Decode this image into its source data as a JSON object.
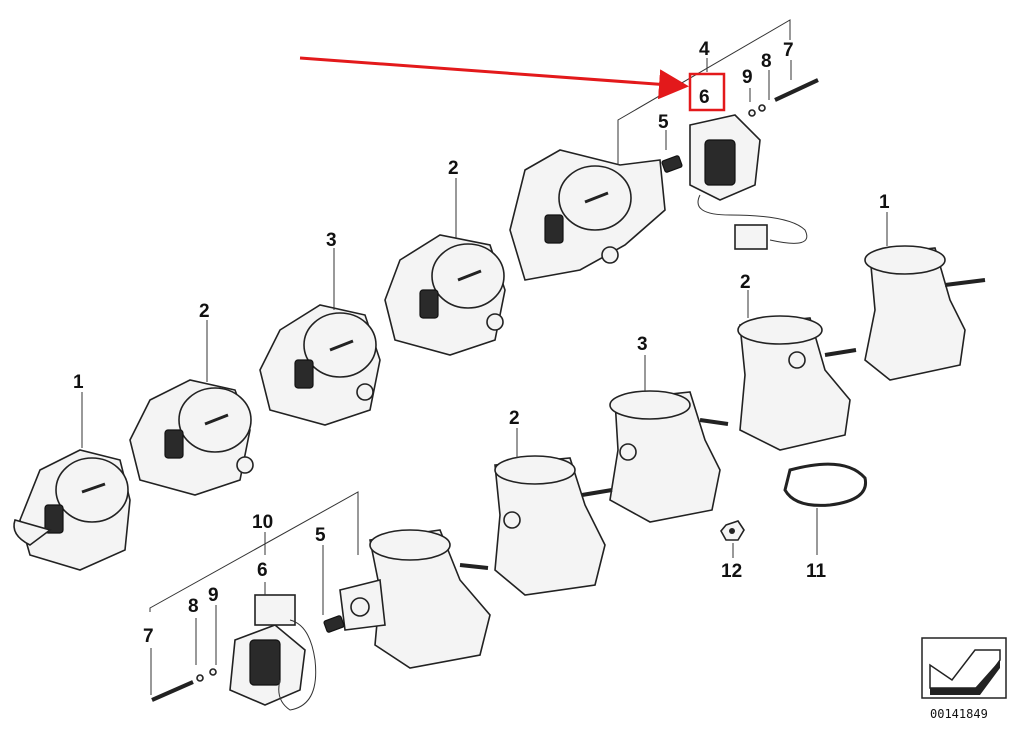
{
  "diagram": {
    "reference_number": "00141849",
    "highlighted_part": "6",
    "highlight_color": "#e3191b",
    "callouts": [
      {
        "label": "1"
      },
      {
        "label": "2"
      },
      {
        "label": "3"
      },
      {
        "label": "2"
      },
      {
        "label": "4"
      },
      {
        "label": "5"
      },
      {
        "label": "6"
      },
      {
        "label": "9"
      },
      {
        "label": "8"
      },
      {
        "label": "7"
      },
      {
        "label": "1"
      },
      {
        "label": "2"
      },
      {
        "label": "3"
      },
      {
        "label": "2"
      },
      {
        "label": "10"
      },
      {
        "label": "5"
      },
      {
        "label": "6"
      },
      {
        "label": "8"
      },
      {
        "label": "9"
      },
      {
        "label": "7"
      },
      {
        "label": "12"
      },
      {
        "label": "11"
      }
    ]
  }
}
